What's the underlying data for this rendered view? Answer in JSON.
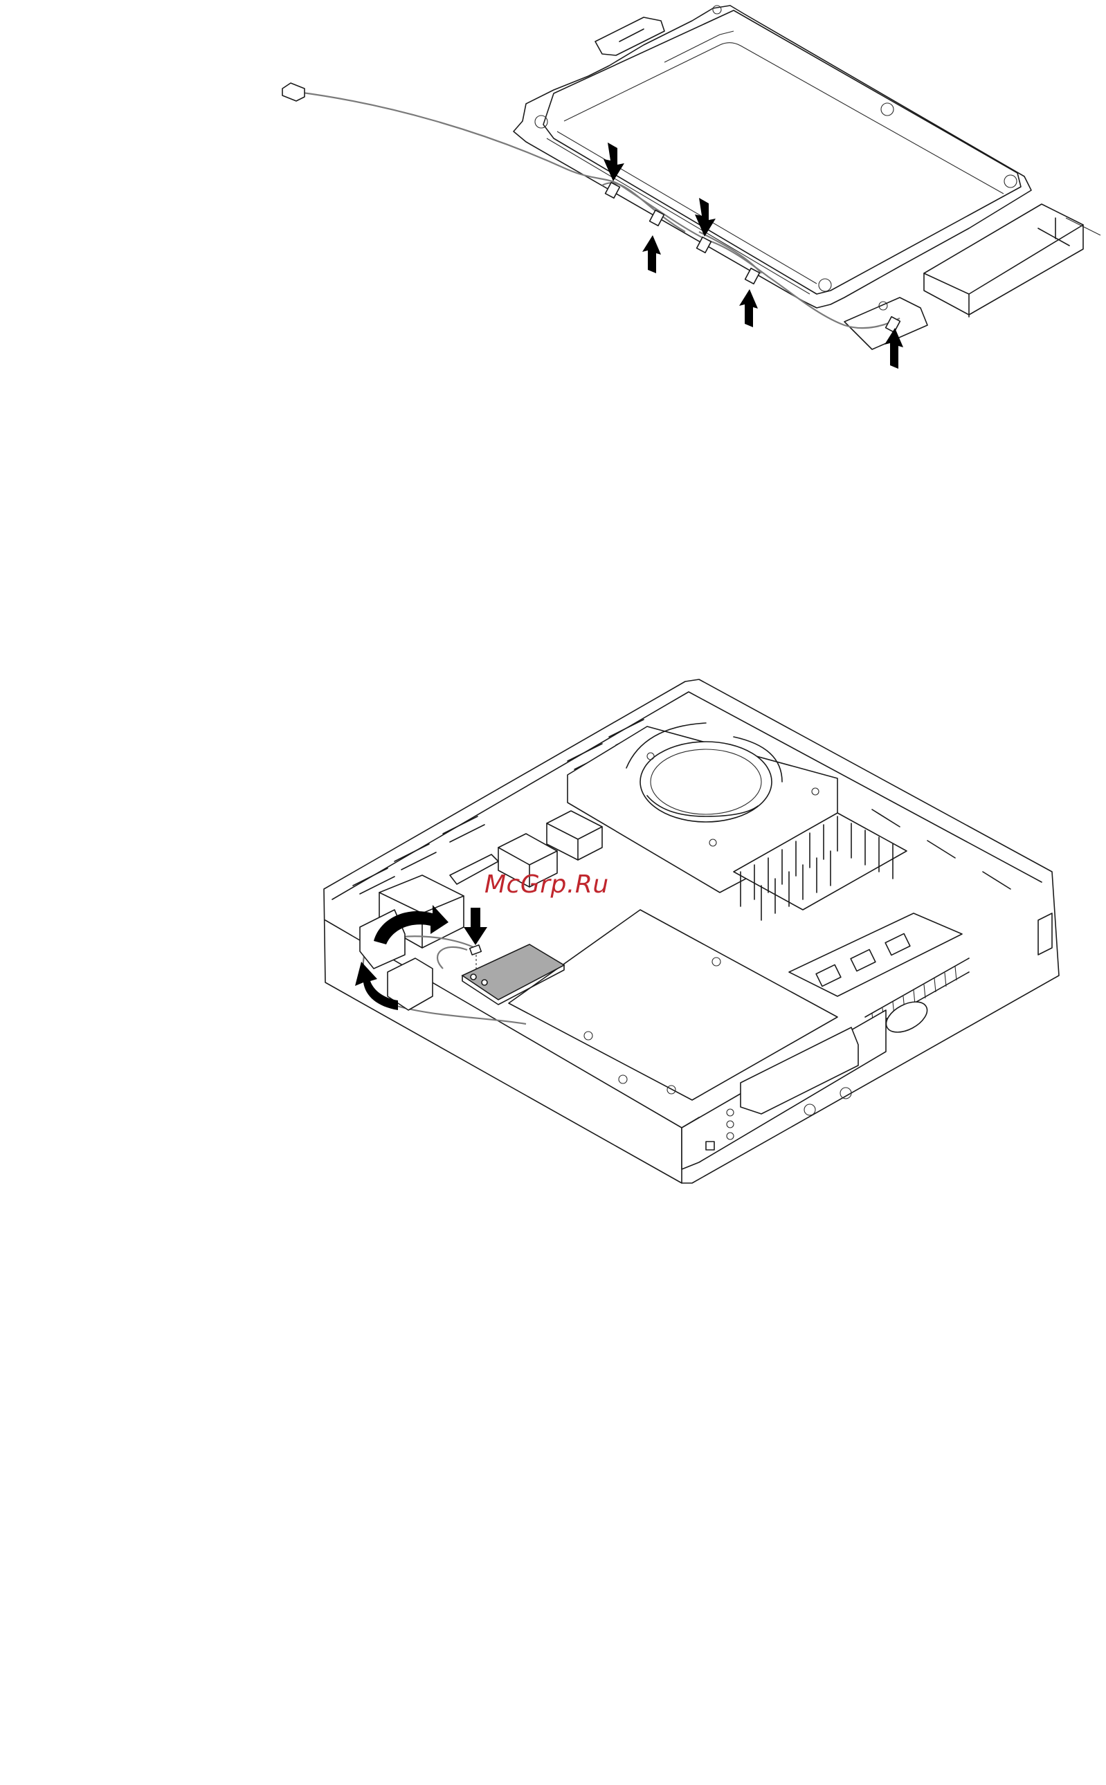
{
  "watermark": {
    "text": "McGrp.Ru",
    "color": "#c0262d"
  },
  "figures": [
    {
      "id": "top",
      "subject": "storage-drive-bracket-cable-routing"
    },
    {
      "id": "bottom",
      "subject": "chassis-wifi-card-antenna-cable"
    }
  ],
  "colors": {
    "line": "#1a1a1a",
    "cable": "#7a7a7a",
    "card": "#a9a9a9",
    "arrow": "#000000"
  }
}
